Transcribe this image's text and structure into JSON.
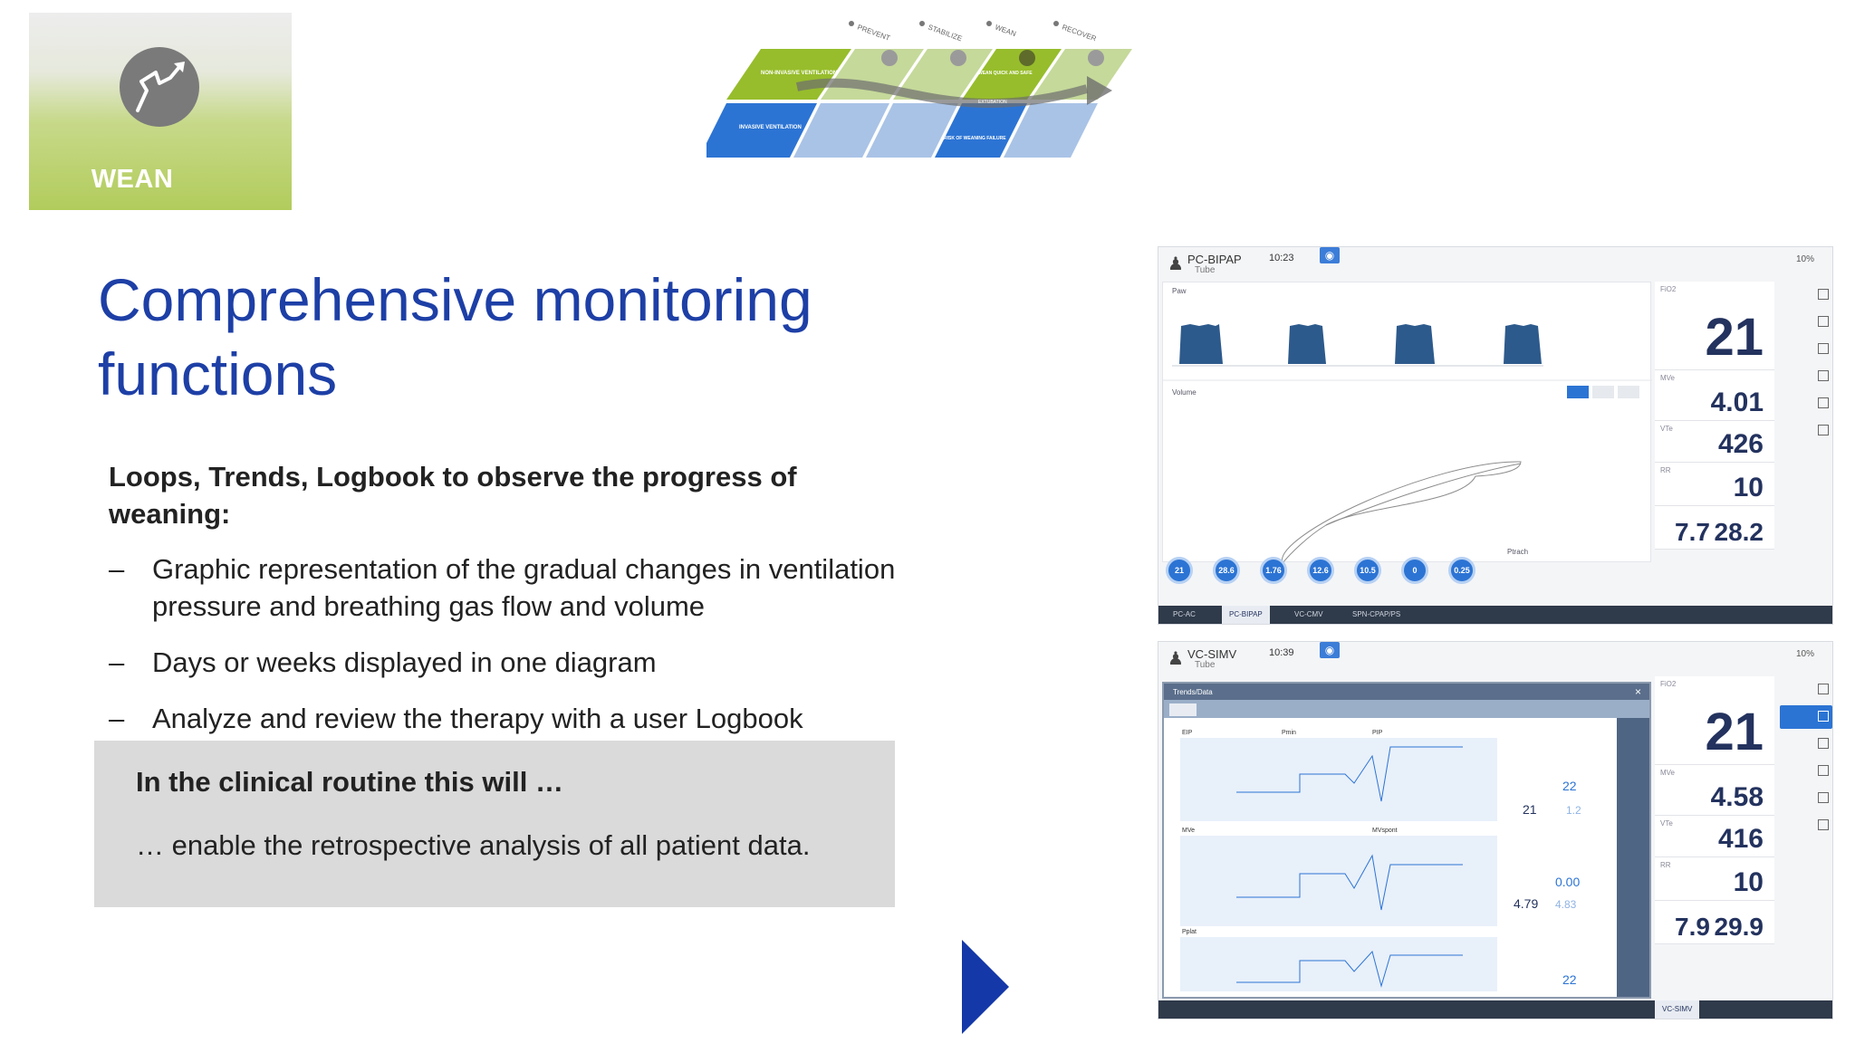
{
  "badge": {
    "label": "WEAN"
  },
  "process": {
    "phases": [
      "PREVENT",
      "STABILIZE",
      "WEAN",
      "RECOVER"
    ],
    "rows": [
      "NON-INVASIVE VENTILATION",
      "INVASIVE VENTILATION"
    ],
    "notes": [
      "WEAN QUICK AND SAFE",
      "EXTUBATION",
      "RISK OF WEANING FAILURE"
    ]
  },
  "title": "Comprehensive monitoring functions",
  "intro": "Loops, Trends, Logbook to observe the progress of weaning:",
  "bullets": [
    "Graphic representation of the gradual changes in ventilation pressure and breathing gas flow and volume",
    "Days or weeks displayed in one diagram",
    "Analyze and review the therapy with a user Logbook"
  ],
  "bullet_marker": "–",
  "callout": {
    "heading": "In the clinical routine this will …",
    "body": "… enable the retrospective analysis of all patient data."
  },
  "screen1": {
    "mode": "PC-BIPAP",
    "sub": "Tube",
    "time": "10:23",
    "battery": "10%",
    "waveform_label": "Paw",
    "loop_label": "Volume",
    "loop_xlabel": "Ptrach",
    "values": {
      "fio2": "21",
      "mv": "4.01",
      "vt": "426",
      "rr": "10",
      "pmean": "7.7",
      "peep": "28.2"
    },
    "value_labels": {
      "fio2": "FiO2",
      "mv": "MVe",
      "vt": "VTe",
      "rr": "RR"
    },
    "gauges": [
      "21",
      "28.6",
      "1.76",
      "12.6",
      "10.5",
      "0",
      "0.25"
    ],
    "tabs": [
      "PC-AC",
      "PC-BIPAP",
      "VC-CMV",
      "SPN-CPAP/PS"
    ]
  },
  "screen2": {
    "mode": "VC-SIMV",
    "sub": "Tube",
    "time": "10:39",
    "battery": "10%",
    "dialog_title": "Trends/Data",
    "trend_labels": [
      "EIP",
      "Pmin",
      "PIP",
      "MVe",
      "MVspont",
      "Pplat"
    ],
    "trend_values": [
      "22",
      "21",
      "1.2",
      "0.00",
      "4.79",
      "4.83",
      "22"
    ],
    "values": {
      "fio2": "21",
      "mv": "4.58",
      "vt": "416",
      "rr": "10",
      "pmean": "7.9",
      "peep": "29.9"
    },
    "value_labels": {
      "fio2": "FiO2",
      "mv": "MVe",
      "vt": "VTe",
      "rr": "RR"
    },
    "tabs": [
      "VC-SIMV"
    ]
  },
  "colors": {
    "title": "#1d3fa6",
    "accent_blue": "#2c74d4",
    "arrow": "#1438a8",
    "callout_bg": "#dadada",
    "wean_green": "#b2cc5c"
  }
}
